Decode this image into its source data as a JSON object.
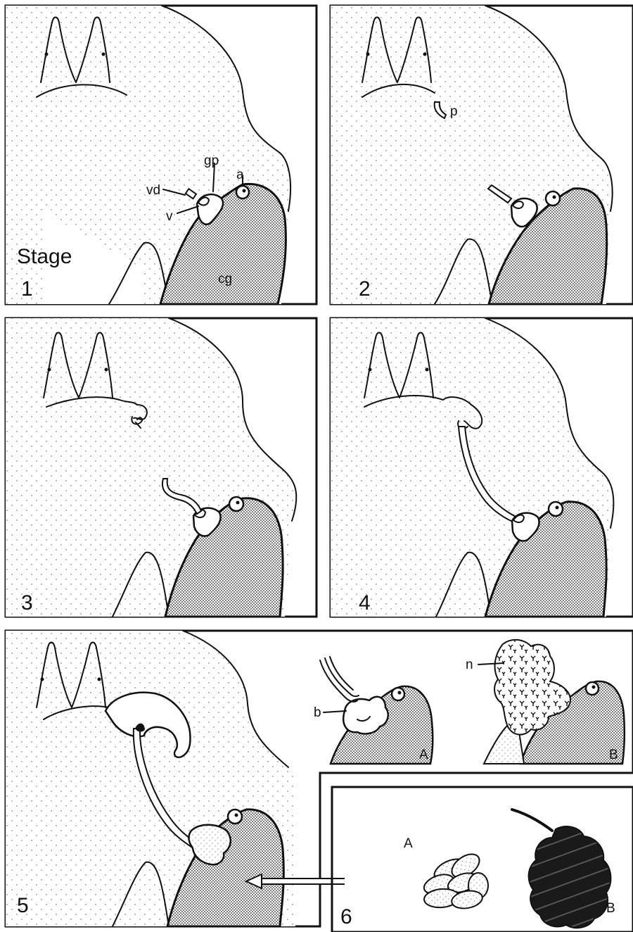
{
  "figure": {
    "stage_word": "Stage",
    "panels": [
      {
        "id": "1",
        "number": "1"
      },
      {
        "id": "2",
        "number": "2"
      },
      {
        "id": "3",
        "number": "3"
      },
      {
        "id": "4",
        "number": "4"
      },
      {
        "id": "5",
        "number": "5"
      },
      {
        "id": "6",
        "number": "6"
      }
    ],
    "labels": {
      "vd": "vd",
      "gp": "gp",
      "a": "a",
      "v": "v",
      "cg": "cg",
      "p": "p",
      "b": "b",
      "n": "n"
    },
    "subpanels": {
      "five_a": "A",
      "five_b": "B",
      "six_a": "A",
      "six_b": "B"
    }
  }
}
